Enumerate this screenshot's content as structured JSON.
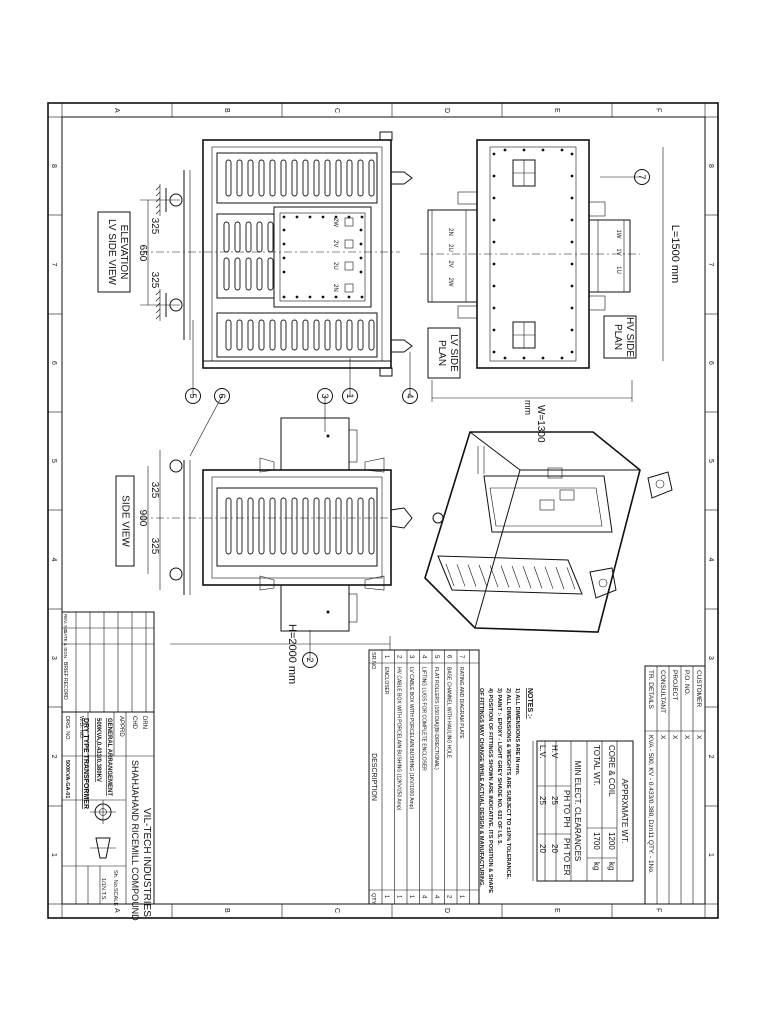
{
  "views": {
    "lv_elevation": [
      "ELEVATION",
      "LV SIDE VIEW"
    ],
    "hv_plan": [
      "HV SIDE",
      "PLAN"
    ],
    "lv_plan": [
      "LV SIDE",
      "PLAN"
    ],
    "side_view": "SIDE VIEW"
  },
  "dims": {
    "width_650": "650",
    "d325": "325",
    "d900": "900",
    "length": "L=1500  mm",
    "width": "W=1300",
    "width_unit": "mm",
    "height": "H=2000  mm"
  },
  "balloons": [
    "1",
    "2",
    "3",
    "4",
    "5",
    "6",
    "7"
  ],
  "terminals": {
    "hv": [
      "1W",
      "1V",
      "1U"
    ],
    "lv": [
      "2N",
      "2U",
      "2V",
      "2W"
    ],
    "lv_box": [
      "2W",
      "2V",
      "2U",
      "2N"
    ]
  },
  "grid": {
    "top_letters": [
      "A",
      "B",
      "C",
      "D",
      "E",
      "F"
    ],
    "bottom_letters": [
      "A",
      "B",
      "C",
      "D",
      "E",
      "F"
    ],
    "left_numbers": [
      "8",
      "7",
      "6",
      "5",
      "4",
      "3",
      "2",
      "1"
    ],
    "right_numbers": [
      "8",
      "7",
      "6",
      "5",
      "4",
      "3",
      "2",
      "1"
    ]
  },
  "details": {
    "rows": [
      {
        "label": "CUSTOMER",
        "value": "X"
      },
      {
        "label": "P.O. NO.",
        "value": "X"
      },
      {
        "label": "PROJECT",
        "value": "X"
      },
      {
        "label": "CONSULTANT",
        "value": "X"
      },
      {
        "label": "TR. DETAILS",
        "value": "KVA - 500,  KV - 0.433/0.380,  Dzn11  QTY. - 1No."
      }
    ]
  },
  "weights": {
    "title": "APPRXMATE WT.",
    "rows": [
      {
        "label": "CORE & COIL",
        "value": "1200",
        "unit": "kg"
      },
      {
        "label": "TOTAL WT.",
        "value": "1700",
        "unit": "kg"
      }
    ]
  },
  "clearances": {
    "title": "MIN ELECT. CLEARANCES",
    "header": [
      "",
      "PH TO PH",
      "PH TO ER"
    ],
    "rows": [
      [
        "H.V",
        "25",
        "20"
      ],
      [
        "L.V.",
        "25",
        "20"
      ]
    ]
  },
  "notes": {
    "title": "NOTES :-",
    "lines": [
      "1) ALL DIMENSIONS ARE IN mm.",
      "2) ALL DIMENSIONS & WEIGHTS ARE SUBJECT TO ±10% TOLERANCE.",
      "3) PAINT :- EPOXY - LIGHT GREY SHADE NO. 631 OF I.S. 5.",
      "4) POSITION OF FITTINGS SHOWN ARE INDICATIVE. ITS POSITION & SHAPE",
      "    OF FITTINGS MAY CHANGE WHILE ACTUAL DESIGN & MANUFACTURING."
    ]
  },
  "bom": {
    "header": {
      "no": "SR.NO",
      "desc": "DESCRIPTION",
      "qty": "QTY"
    },
    "items": [
      {
        "no": "1",
        "desc": "ENCLOSER",
        "qty": "1"
      },
      {
        "no": "2",
        "desc": "HV CABLE BOX WITH PORCELAIN BUSHING (12KV/250 Amp)",
        "qty": "1"
      },
      {
        "no": "3",
        "desc": "LV CABLE BOX WITH PORCELAIN BUSHING (1KV/1000 Amp)",
        "qty": "1"
      },
      {
        "no": "4",
        "desc": "LIFTING LUGS FOR COMPLETE ENCLOSER",
        "qty": "4"
      },
      {
        "no": "5",
        "desc": "FLAT ROLLERS (150 DIA)(BI-DIRECTIONAL)",
        "qty": "4"
      },
      {
        "no": "6",
        "desc": "BASE CHANNEL WITH HAULING HOLE",
        "qty": "2"
      },
      {
        "no": "7",
        "desc": "RATING AND DIAGRAM PLATE",
        "qty": "1"
      }
    ]
  },
  "revision": {
    "col1": "REV. NO.",
    "col2": "DATE & SIGN.",
    "col3": "BRIEF RECORD"
  },
  "title_block": {
    "drn": "DRN",
    "chd": "CHD",
    "apprd": "APPRD",
    "company": "VIL-TECH INDUSTRIES",
    "client": "SHAHJAHAND RICEMILL COMPOUND",
    "drawing_title": "GENERAL ARRANGEMENT",
    "rating": "500KVA,0.433/0.380KV",
    "product": "DRY TYPE TRANSFORMER",
    "sh_label": "Sh. No.",
    "sh_value": "1/1",
    "scale_label": "SCALE",
    "scale_value": "N.T.S.",
    "wo_label": "W.O. NO.",
    "drg_label": "DRG. NO.",
    "drg_value": "500KVA-GA-01"
  }
}
